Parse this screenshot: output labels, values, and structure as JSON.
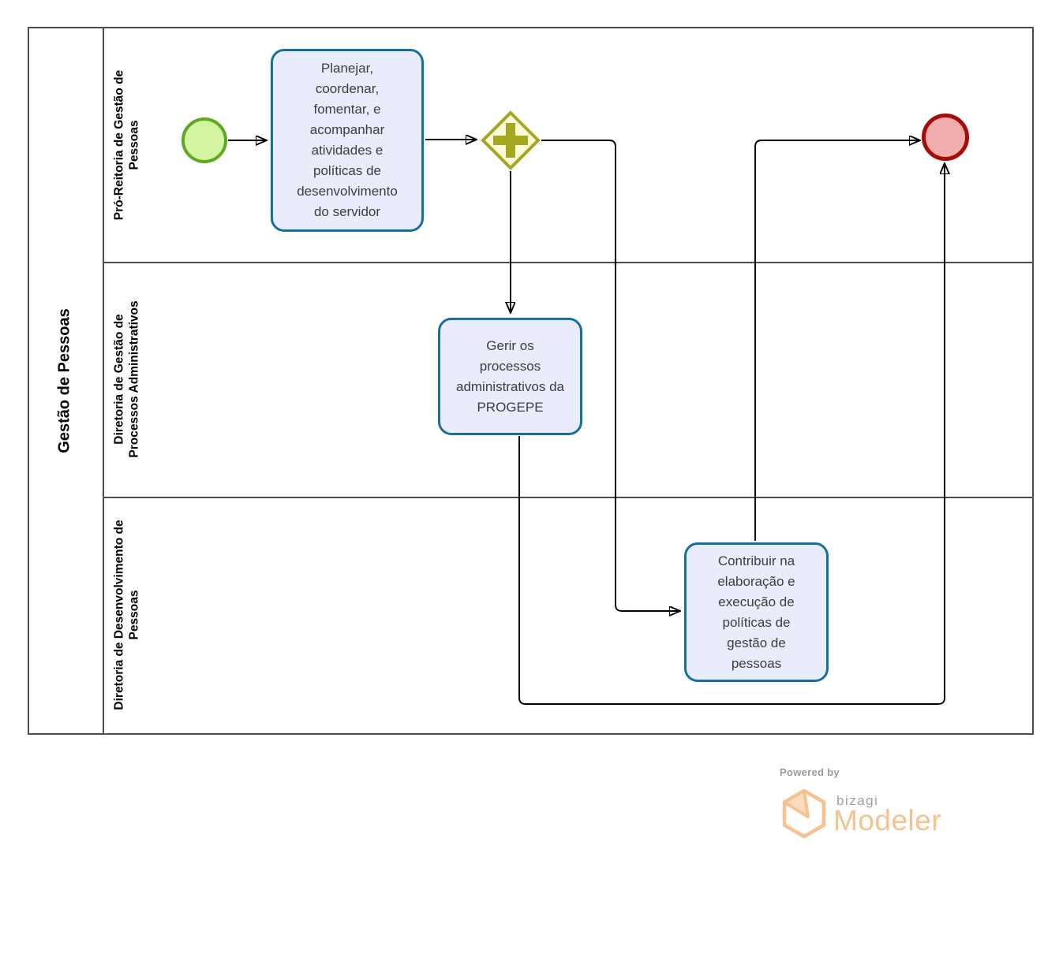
{
  "pool": {
    "title": "Gestão de Pessoas",
    "lanes": [
      {
        "id": "pro-reitoria",
        "label": "Pró-Reitoria de Gestão de Pessoas"
      },
      {
        "id": "gestao-processos",
        "label": "Diretoria de Gestão de Processos Administrativos"
      },
      {
        "id": "desenvolvimento",
        "label": "Diretoria de Desenvolvimento de Pessoas"
      }
    ]
  },
  "process": {
    "start_event": {
      "type": "start-event"
    },
    "gateway": {
      "type": "parallel-gateway",
      "icon": "plus-icon"
    },
    "tasks": [
      {
        "id": "planejar",
        "lane": "Pró-Reitoria de Gestão de Pessoas",
        "label": "Planejar, coordenar, fomentar, e acompanhar atividades e políticas de desenvolvimento do servidor"
      },
      {
        "id": "gerir",
        "lane": "Diretoria de Gestão de Processos Administrativos",
        "label": "Gerir os processos administrativos da PROGEPE"
      },
      {
        "id": "contribuir",
        "lane": "Diretoria de Desenvolvimento de Pessoas",
        "label": "Contribuir na elaboração e execução de políticas de gestão de pessoas"
      }
    ],
    "end_event": {
      "type": "end-event"
    }
  },
  "branding": {
    "powered_by": "Powered by",
    "brand": "bizagi",
    "product": "Modeler"
  },
  "colors": {
    "task-fill": "#E9EDFB",
    "task-border": "#176FA1",
    "gateway-fill": "#FBFAD7",
    "gateway-border": "#A5A721",
    "start-fill": "#D3F5A2",
    "start-border": "#5DA91F",
    "end-fill": "#F2AEAC",
    "end-border": "#A90B08",
    "lane-border": "#4D4D4D",
    "flow": "#000000",
    "brand-orange": "#F7C28F",
    "brand-gray": "#9EA0A6",
    "muted-gray": "#9B9B9B",
    "text": "#3D3D3D"
  }
}
